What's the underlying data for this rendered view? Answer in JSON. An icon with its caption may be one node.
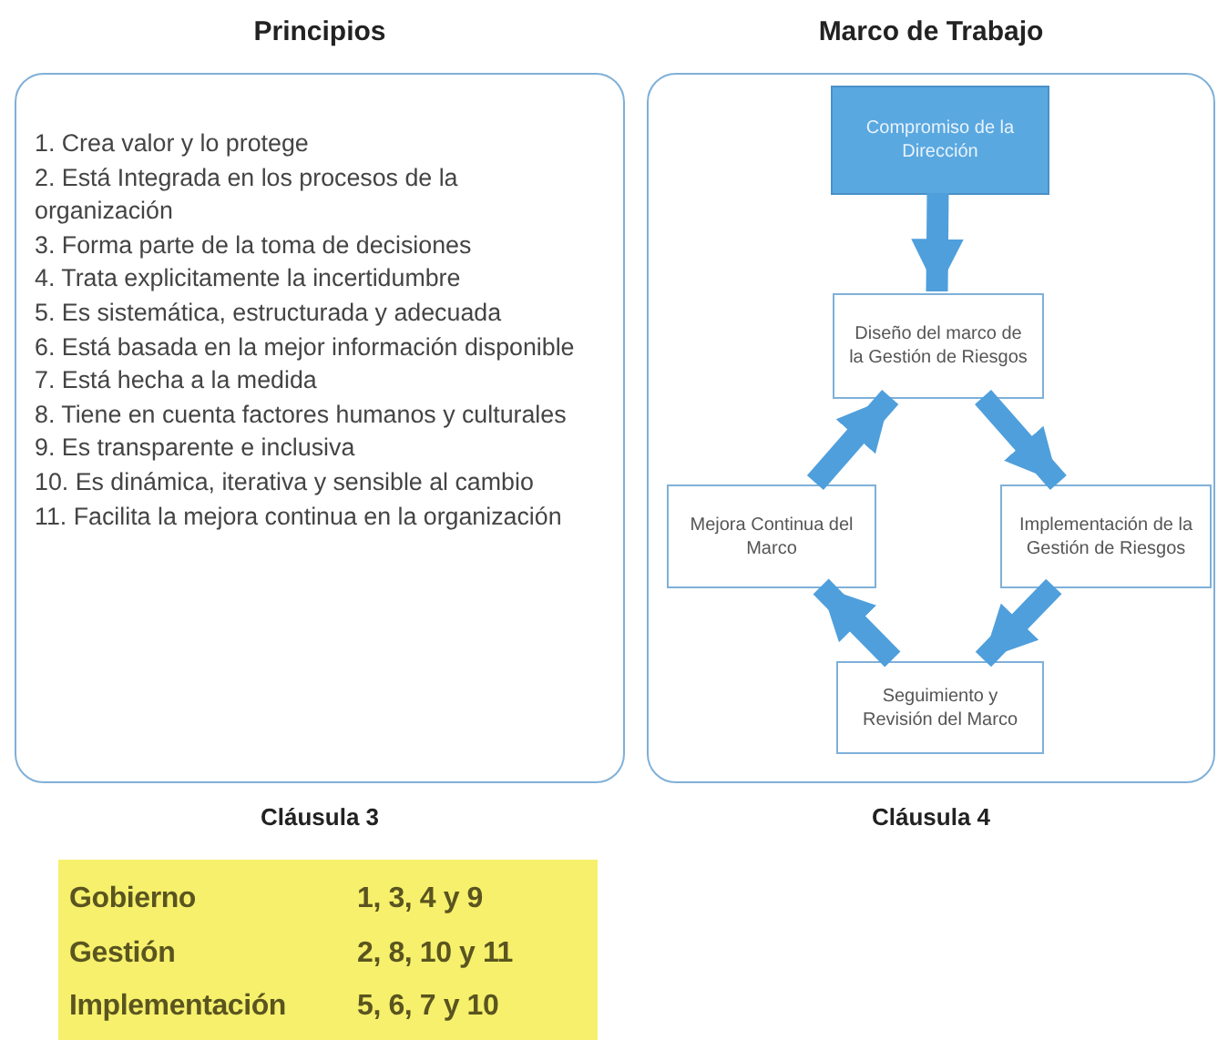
{
  "diagram": {
    "nodes": [
      {
        "text": [
          "Principios",
          "1. Crea valor y lo protege",
          "2. Está Integrada en los procesos de la organización",
          "3. Forma parte de la toma de decisiones",
          "4. Trata explicitamente la incertidumbre",
          "5. Es sistemática, estructurada y adecuada",
          "6. Está basada en la mejor información disponible",
          "7. Está hecha a la medida",
          "8. Tiene en cuenta factores humanos y culturales",
          "9. Es transparente e inclusiva",
          "10. Es dinámica, iterativa y sensible al cambio",
          "11. Facilita la mejora continua en la organización"
        ],
        "beside": [
          "Cláusula 3"
        ]
      },
      {
        "text": [
          "Marco de Trabajo"
        ],
        "beside": [
          "Cláusula 4"
        ]
      },
      {
        "text": [
          "Compromiso de la Dirección"
        ],
        "in": 1
      },
      {
        "text": [
          "Diseño del marco de la Gestión de Riesgos"
        ],
        "in": 1
      },
      {
        "text": [
          "Mejora Continua del Marco"
        ],
        "in": 1
      },
      {
        "text": [
          "Implementación de la Gestión de Riesgos"
        ],
        "in": 1
      },
      {
        "text": [
          "Seguimiento y Revisión del Marco"
        ],
        "in": 1
      }
    ],
    "edges": [
      {
        "from": 2,
        "to": 3,
        "arrow": "to"
      },
      {
        "from": 3,
        "to": 5,
        "arrow": "to"
      },
      {
        "from": 5,
        "to": 6,
        "arrow": "to"
      },
      {
        "from": 6,
        "to": 4,
        "arrow": "to"
      },
      {
        "from": 4,
        "to": 3,
        "arrow": "to"
      }
    ],
    "labels": [
      "Gobierno",
      "1, 3, 4 y 9",
      "Gestión",
      "2, 8, 10 y 11",
      "Implementación",
      "5, 6, 7 y 10"
    ]
  }
}
